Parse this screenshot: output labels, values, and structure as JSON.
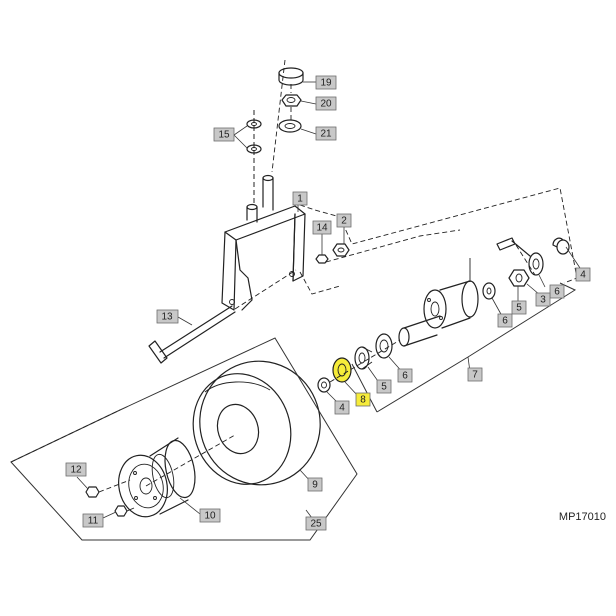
{
  "drawing_id": "MP17010",
  "highlight_color": "#f6ec3a",
  "callouts": {
    "c1": "1",
    "c2": "2",
    "c3": "3",
    "c4a": "4",
    "c4b": "4",
    "c5a": "5",
    "c5b": "5",
    "c6a": "6",
    "c6b": "6",
    "c6c": "6",
    "c7": "7",
    "c8": "8",
    "c9": "9",
    "c10": "10",
    "c11": "11",
    "c12": "12",
    "c13": "13",
    "c14": "14",
    "c15": "15",
    "c19": "19",
    "c20": "20",
    "c21": "21",
    "c25": "25"
  }
}
